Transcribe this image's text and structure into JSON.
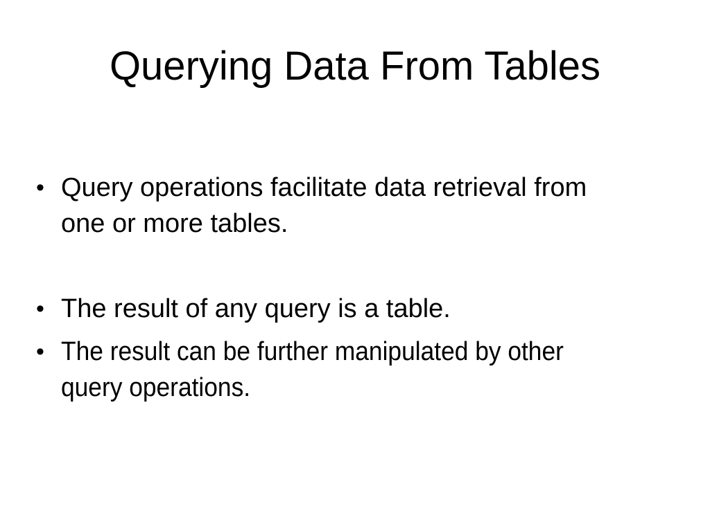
{
  "slide": {
    "title": "Querying Data From Tables",
    "bullets": [
      {
        "marker": "•",
        "text": "Query operations facilitate data retrieval from\none or more tables."
      },
      {
        "marker": "•",
        "text": "The result of any query is a table."
      },
      {
        "marker": "•",
        "text": "The result can be further manipulated by other\nquery operations."
      }
    ]
  },
  "colors": {
    "background": "#ffffff",
    "text": "#000000"
  }
}
